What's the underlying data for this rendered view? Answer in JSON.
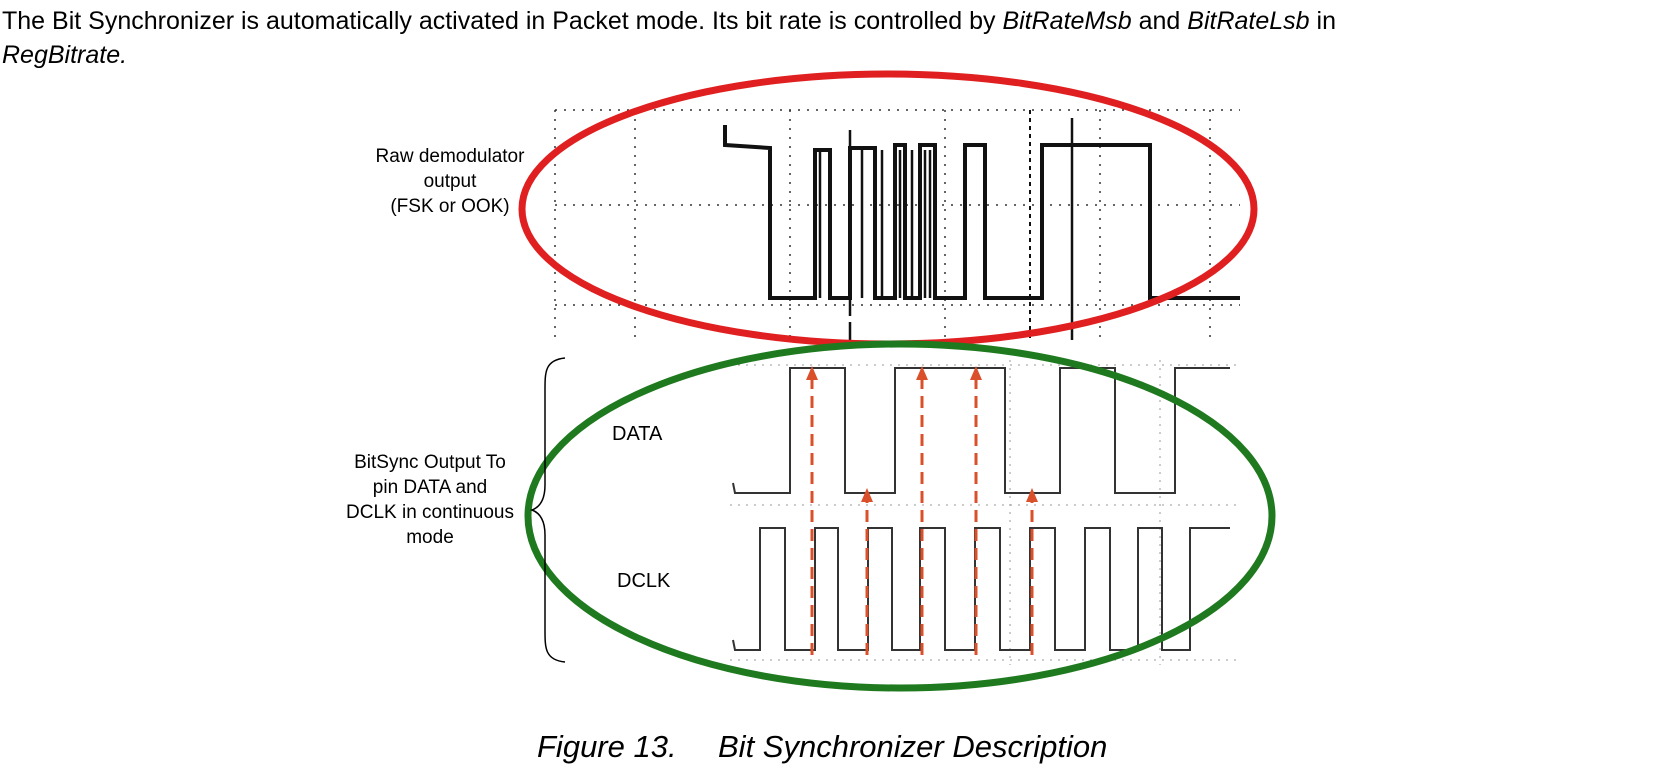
{
  "paragraph": {
    "part1": "The Bit Synchronizer is automatically activated in Packet mode. Its bit rate is controlled by ",
    "msb": "BitRateMsb",
    "and": " and ",
    "lsb": "BitRateLsb",
    "in": " in",
    "reg": "RegBitrate",
    "end": "."
  },
  "labels": {
    "raw_line1": "Raw demodulator",
    "raw_line2": "output",
    "raw_line3": "(FSK or OOK)",
    "bitsync_line1": "BitSync Output To",
    "bitsync_line2": "pin DATA and",
    "bitsync_line3": "DCLK in continuous",
    "bitsync_line4": "mode",
    "data": "DATA",
    "dclk": "DCLK"
  },
  "caption": {
    "number": "Figure 13.",
    "title": "Bit Synchronizer Description"
  },
  "colors": {
    "red_ellipse": "#e02020",
    "green_ellipse": "#1f7a1f",
    "arrows": "#d9502a"
  }
}
